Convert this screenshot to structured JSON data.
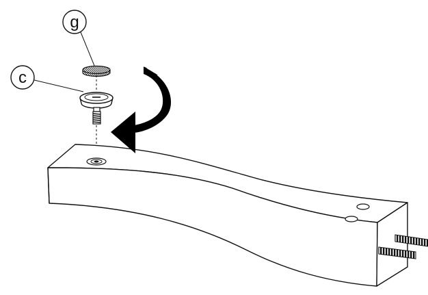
{
  "callouts": {
    "top": {
      "letter": "g",
      "part": "felt-pad"
    },
    "bottom": {
      "letter": "c",
      "part": "glide-screw"
    }
  },
  "arrow_direction": "clockwise",
  "colors": {
    "line": "#111111",
    "fill": "#ffffff",
    "arrow": "#000000"
  }
}
